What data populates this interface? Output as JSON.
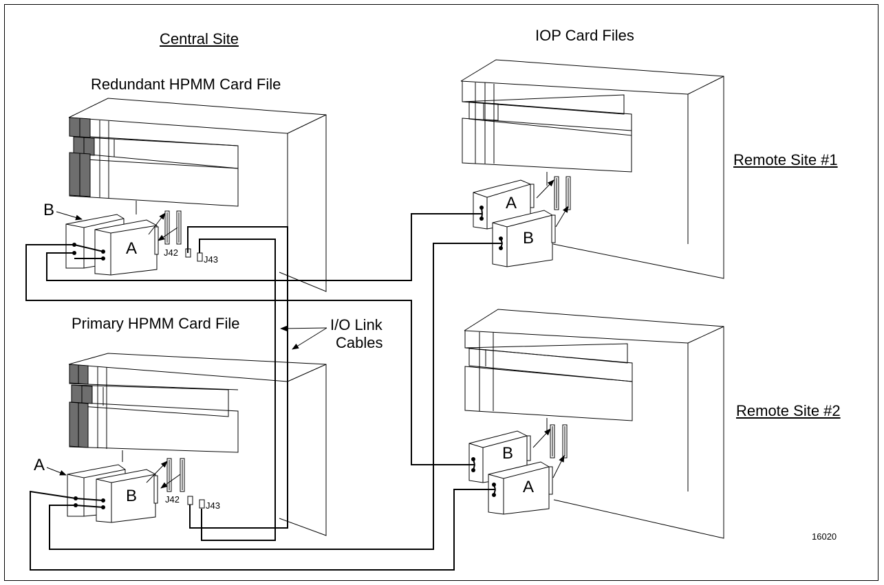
{
  "headings": {
    "central_site": "Central Site",
    "iop_card_files": "IOP Card Files",
    "redundant_file": "Redundant HPMM Card File",
    "primary_file": "Primary HPMM Card File",
    "remote_site_1": "Remote Site #1",
    "remote_site_2": "Remote Site #2"
  },
  "callout": {
    "line1": "I/O Link",
    "line2": "Cables"
  },
  "labels": {
    "redundant_b": "B",
    "redundant_a": "A",
    "redundant_j42": "J42",
    "redundant_j43": "J43",
    "primary_a_pointer": "A",
    "primary_b": "B",
    "primary_j42": "J42",
    "primary_j43": "J43",
    "remote1_a": "A",
    "remote1_b": "B",
    "remote2_b": "B",
    "remote2_a": "A"
  },
  "figure_number": "16020"
}
